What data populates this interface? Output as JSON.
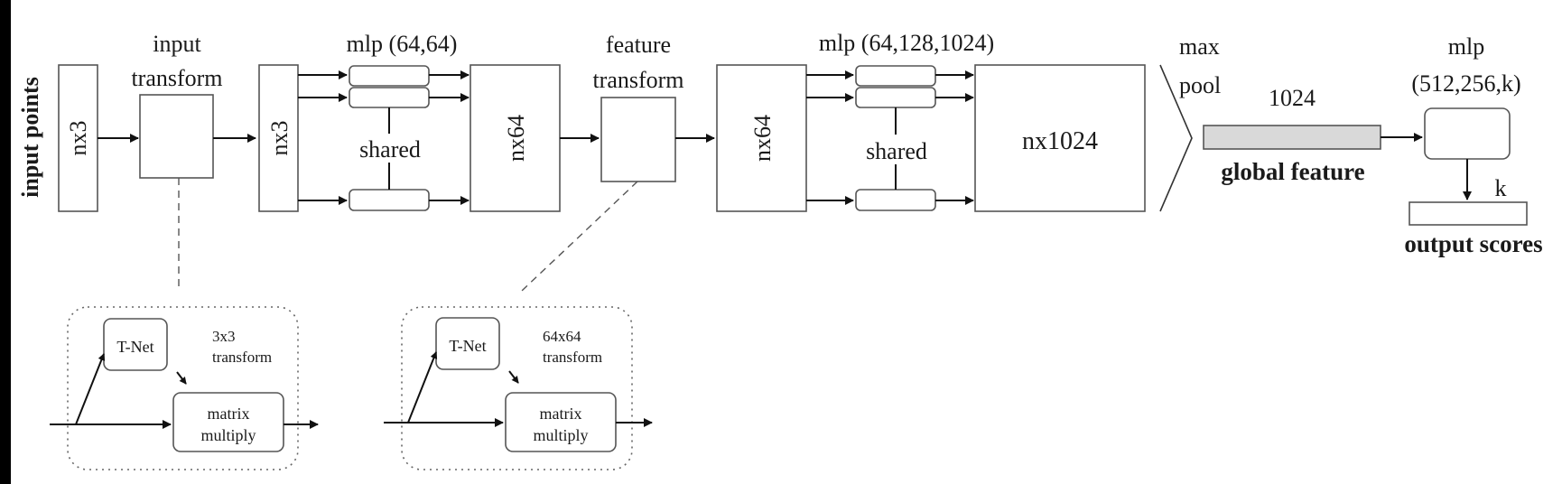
{
  "side_label": "input points",
  "labels": {
    "input_transform_1": "input",
    "input_transform_2": "transform",
    "mlp1": "mlp (64,64)",
    "feature_transform_1": "feature",
    "feature_transform_2": "transform",
    "mlp2": "mlp (64,128,1024)",
    "maxpool_1": "max",
    "maxpool_2": "pool",
    "global_dim": "1024",
    "global_feature": "global feature",
    "mlp3_1": "mlp",
    "mlp3_2": "(512,256,k)",
    "k": "k",
    "output_scores": "output scores",
    "shared1": "shared",
    "shared2": "shared"
  },
  "blocks": {
    "nx3_a": "nx3",
    "nx3_b": "nx3",
    "nx64_a": "nx64",
    "nx64_b": "nx64",
    "nx1024": "nx1024"
  },
  "insets": {
    "input": {
      "tnet": "T-Net",
      "transform_1": "3x3",
      "transform_2": "transform",
      "matmul_1": "matrix",
      "matmul_2": "multiply"
    },
    "feature": {
      "tnet": "T-Net",
      "transform_1": "64x64",
      "transform_2": "transform",
      "matmul_1": "matrix",
      "matmul_2": "multiply"
    }
  },
  "colors": {
    "global_feature_fill": "#d9d9d9",
    "stroke": "#555555",
    "edge_bar": "#000000"
  }
}
